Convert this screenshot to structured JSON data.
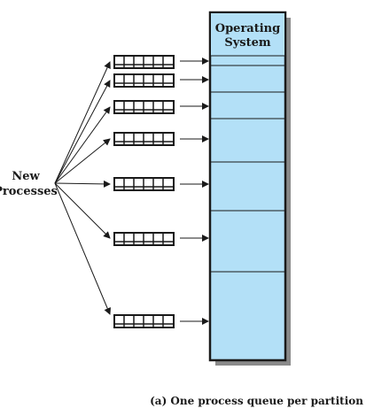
{
  "memory": {
    "os_label_line1": "Operating",
    "os_label_line2": "System",
    "fill_color": "#b3e0f7",
    "border_color": "#1a1a1a",
    "shadow_color": "#8a8a8a"
  },
  "source": {
    "label_line1": "New",
    "label_line2": "Processes"
  },
  "caption": {
    "text": "(a) One process queue per partition"
  },
  "queues": {
    "count": 7,
    "slots_per_queue": 6
  }
}
